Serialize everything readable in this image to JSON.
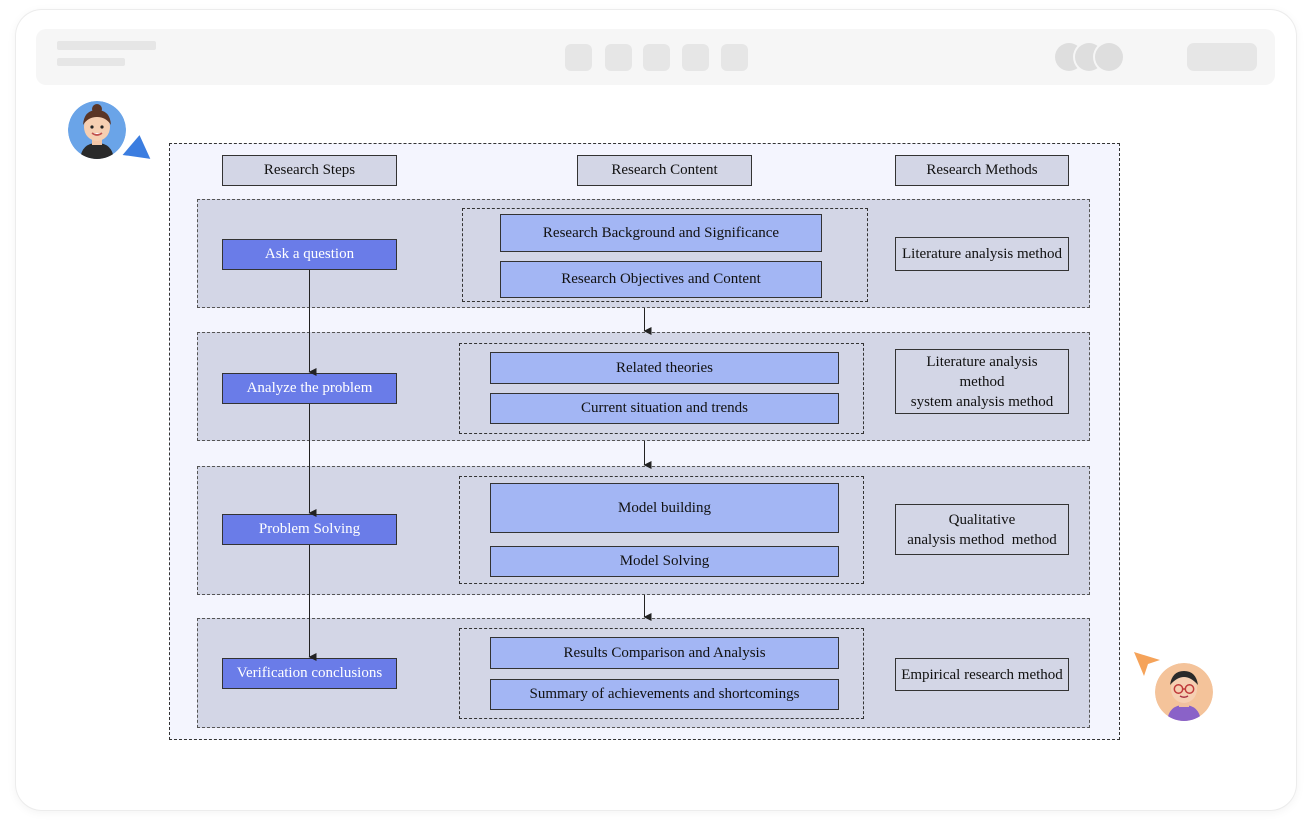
{
  "headers": {
    "steps": "Research Steps",
    "content": "Research Content",
    "methods": "Research Methods"
  },
  "rows": [
    {
      "step": "Ask a question",
      "contents": [
        "Research Background and Significance",
        "Research Objectives and Content"
      ],
      "method_lines": [
        "Literature analysis method"
      ]
    },
    {
      "step": "Analyze the problem",
      "contents": [
        "Related theories",
        "Current situation and trends"
      ],
      "method_lines": [
        "Literature analysis",
        "method",
        "system analysis method"
      ]
    },
    {
      "step": "Problem Solving",
      "contents": [
        "Model building",
        "Model Solving"
      ],
      "method_lines": [
        "Qualitative",
        "analysis method  method"
      ]
    },
    {
      "step": "Verification conclusions",
      "contents": [
        "Results Comparison and Analysis",
        "Summary of achievements and shortcomings"
      ],
      "method_lines": [
        "Empirical research method"
      ]
    }
  ],
  "colors": {
    "step_fill": "#6a7ce8",
    "content_fill": "#a3b6f4",
    "band_fill": "#d3d6e6",
    "canvas_fill": "#f4f5fe",
    "cursor_blue": "#3b7de0",
    "cursor_orange": "#f5a35a"
  },
  "icons": [
    "avatar-woman-icon",
    "avatar-man-glasses-icon",
    "cursor-blue-icon",
    "cursor-orange-icon"
  ]
}
